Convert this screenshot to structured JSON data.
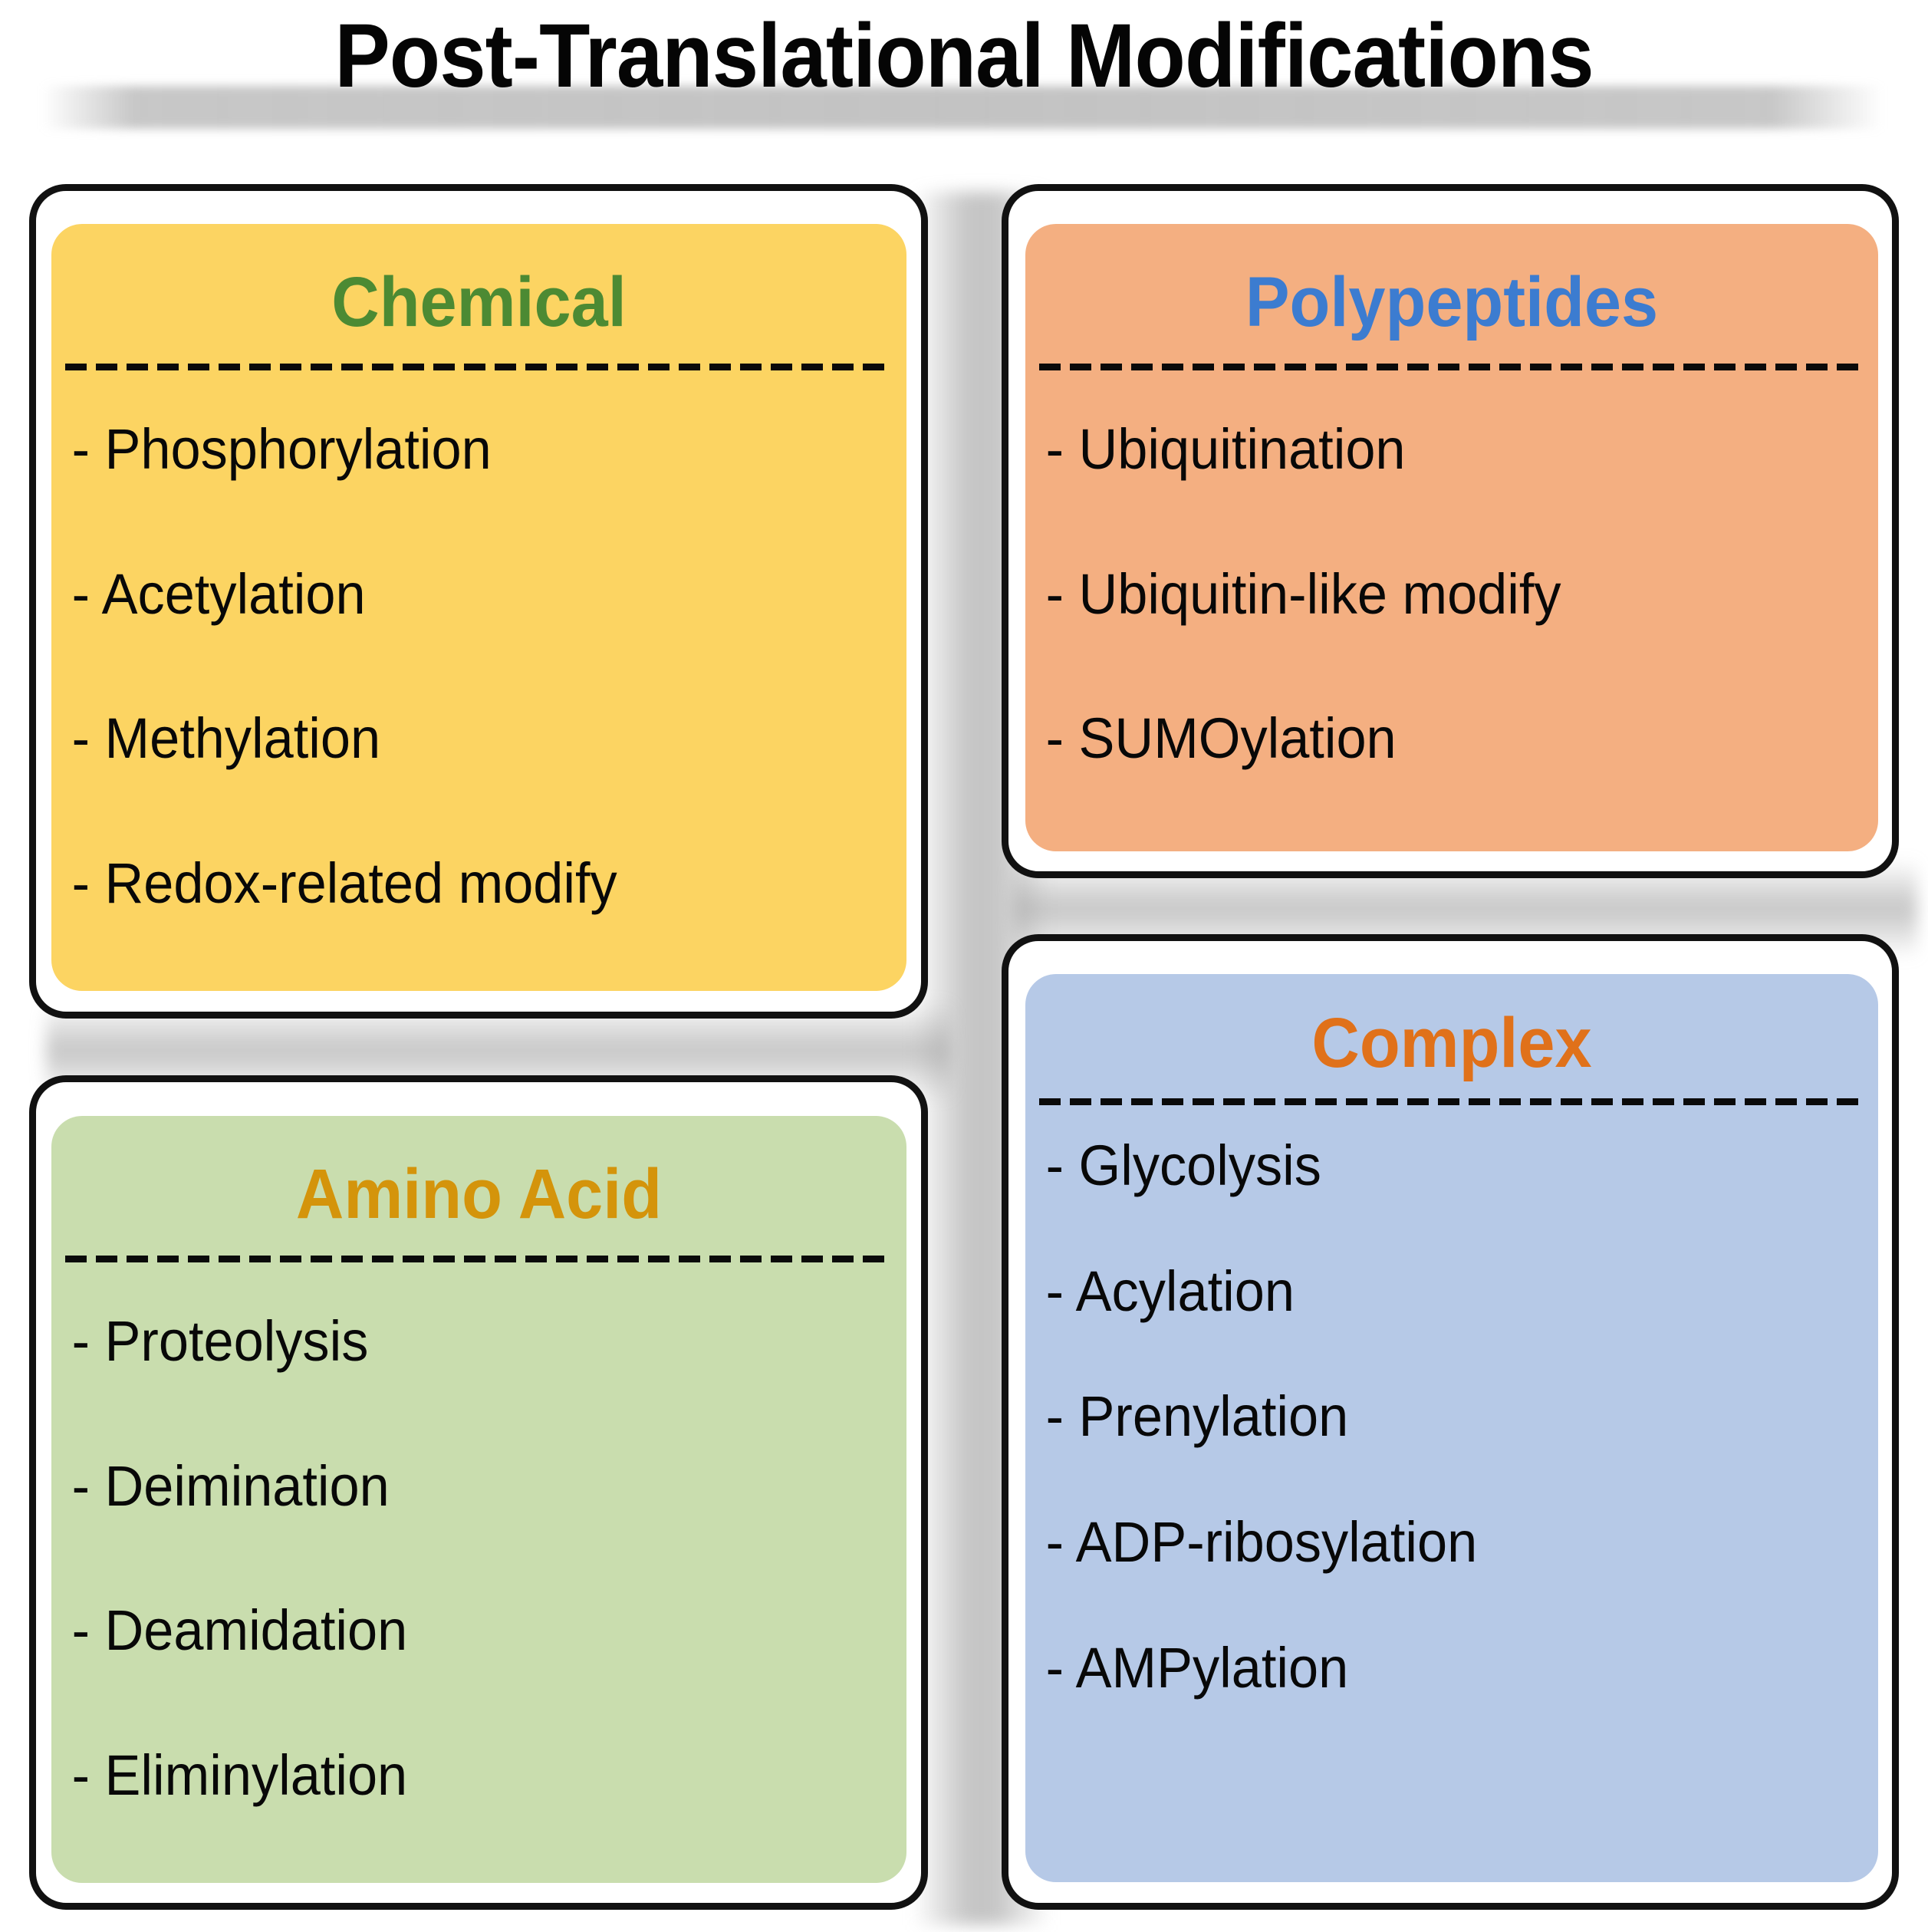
{
  "title": "Post-Translational Modifications",
  "colors": {
    "chemical_card": "#FCD462",
    "chemical_heading": "#4C8A33",
    "polypeptides_card": "#F4AF81",
    "polypeptides_heading": "#3C7CD0",
    "aminoacid_card": "#C9DDAE",
    "aminoacid_heading": "#D4940B",
    "complex_card": "#B6C9E7",
    "complex_heading": "#E0711A",
    "border": "#111111",
    "text": "#080808"
  },
  "categories": [
    {
      "key": "chemical",
      "heading": "Chemical",
      "items": [
        "- Phosphorylation",
        "- Acetylation",
        "- Methylation",
        "- Redox-related modify"
      ]
    },
    {
      "key": "polypeptides",
      "heading": "Polypeptides",
      "items": [
        "- Ubiquitination",
        "- Ubiquitin-like modify",
        "- SUMOylation"
      ]
    },
    {
      "key": "aminoacid",
      "heading": "Amino Acid",
      "items": [
        "- Proteolysis",
        "- Deimination",
        "- Deamidation",
        "- Eliminylation"
      ]
    },
    {
      "key": "complex",
      "heading": "Complex",
      "items": [
        "- Glycolysis",
        "- Acylation",
        "- Prenylation",
        "- ADP-ribosylation",
        "- AMPylation"
      ]
    }
  ]
}
